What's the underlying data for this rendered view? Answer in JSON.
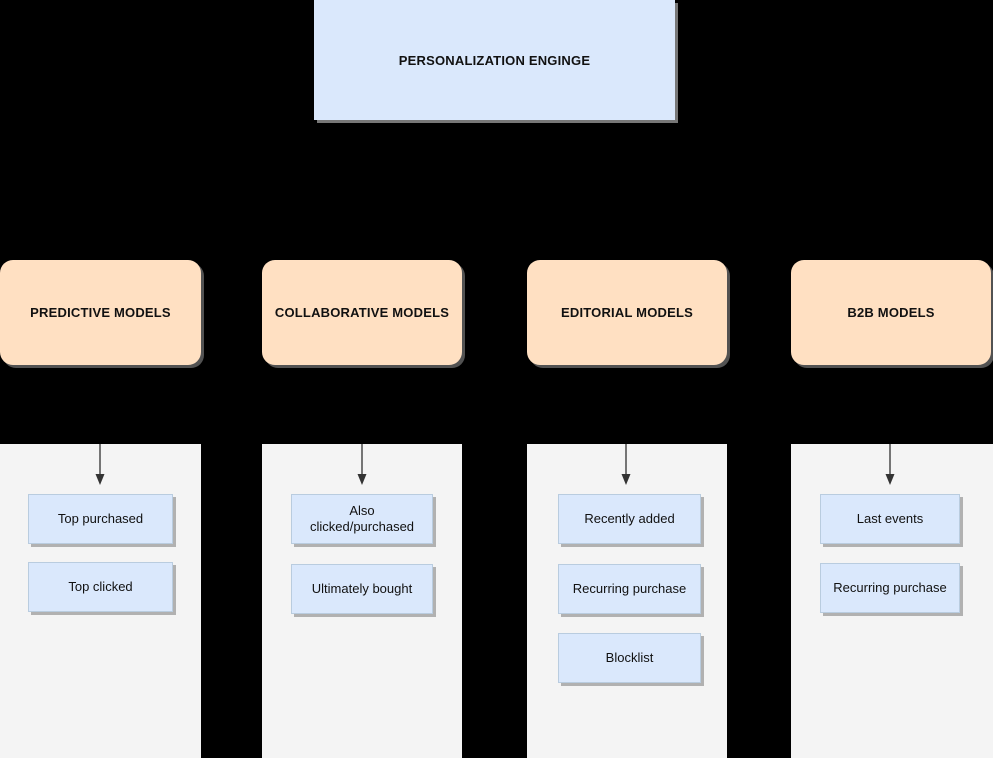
{
  "diagram": {
    "background_color": "#000000",
    "engine": {
      "label": "PERSONALIZATION ENGINGE",
      "color": "#dae8fc"
    },
    "model_color": "#ffe0c2",
    "column_color": "#f4f4f4",
    "feature_color": "#dae8fc",
    "columns": [
      {
        "model": "PREDICTIVE MODELS",
        "features": [
          "Top purchased",
          "Top clicked"
        ]
      },
      {
        "model": "COLLABORATIVE MODELS",
        "features": [
          "Also clicked/purchased",
          "Ultimately bought"
        ]
      },
      {
        "model": "EDITORIAL MODELS",
        "features": [
          "Recently added",
          "Recurring purchase",
          "Blocklist"
        ]
      },
      {
        "model": "B2B MODELS",
        "features": [
          "Last events",
          "Recurring purchase"
        ]
      }
    ]
  }
}
